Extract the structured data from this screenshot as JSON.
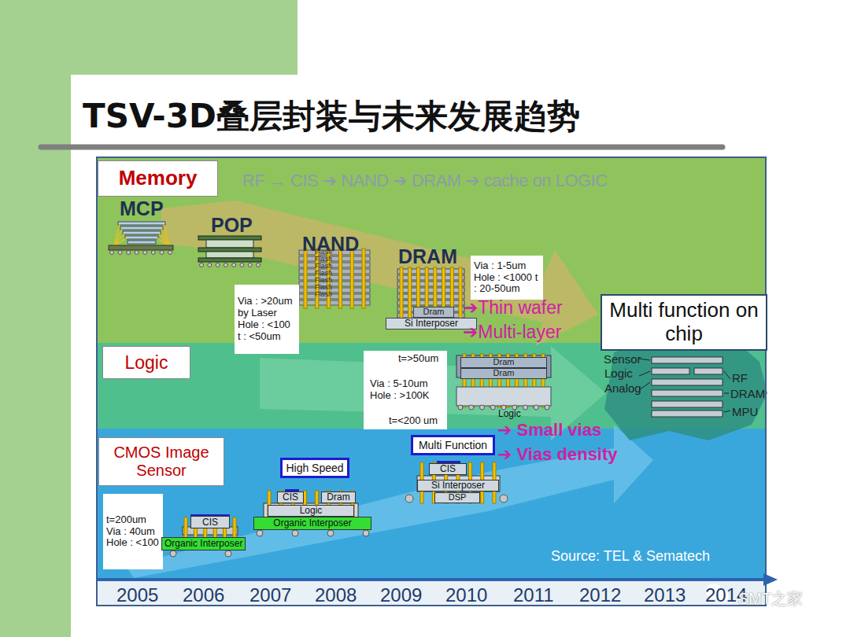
{
  "diagram": {
    "title": "TSV-3D叠层封装与未来发展趋势",
    "nodes": [
      {
        "text": [
          "Memory"
        ]
      },
      {
        "text": [
          "Logic"
        ]
      },
      {
        "text": [
          "CMOS Image Sensor"
        ]
      },
      {
        "text": [
          "Via : >20um by Laser Hole : <100 t : <50um"
        ]
      },
      {
        "text": [
          "Via : 1-5um Hole : <1000 t : 20-50um"
        ]
      },
      {
        "text": [
          "t=>50um",
          "Via : 5-10um Hole : >100K",
          "t=<200 um"
        ]
      },
      {
        "text": [
          "t=200um",
          "Via : 40um Hole : <100"
        ]
      },
      {
        "text": [
          "Multi function on chip"
        ]
      },
      {
        "text": [
          "High Speed"
        ]
      },
      {
        "text": [
          "Multi Function"
        ]
      },
      {
        "text": [
          "CIS"
        ]
      },
      {
        "text": [
          "Organic Interposer"
        ]
      },
      {
        "text": [
          "CIS"
        ]
      },
      {
        "text": [
          "Dram"
        ]
      },
      {
        "text": [
          "Logic"
        ]
      },
      {
        "text": [
          "Organic Interposer"
        ]
      },
      {
        "text": [
          "CIS"
        ]
      },
      {
        "text": [
          "Si Interposer"
        ]
      },
      {
        "text": [
          "DSP"
        ]
      },
      {
        "text": [
          "Dram"
        ]
      },
      {
        "text": [
          "Si Interposer"
        ]
      },
      {
        "text": [
          "Dram"
        ]
      },
      {
        "text": [
          "Dram"
        ]
      }
    ],
    "labels": [
      "RF → CIS ➔ NAND ➔ DRAM ➔ cache on LOGIC",
      "MCP",
      "POP",
      "NAND",
      "DRAM",
      "➔Thin wafer",
      "➔Multi-layer",
      "➔ Small vias",
      "➔ Vias density",
      "Sensor",
      "Logic",
      "Analog",
      "RF",
      "DRAM",
      "MPU",
      "Logic",
      "Source: TEL & Sematech",
      "2005",
      "2006",
      "2007",
      "2008",
      "2009",
      "2010",
      "2011",
      "2012",
      "2013",
      "2014",
      "SMT之家",
      "Flash",
      "Flash",
      "Flash",
      "Flash",
      "Flash",
      "Flash",
      "Flash"
    ]
  }
}
